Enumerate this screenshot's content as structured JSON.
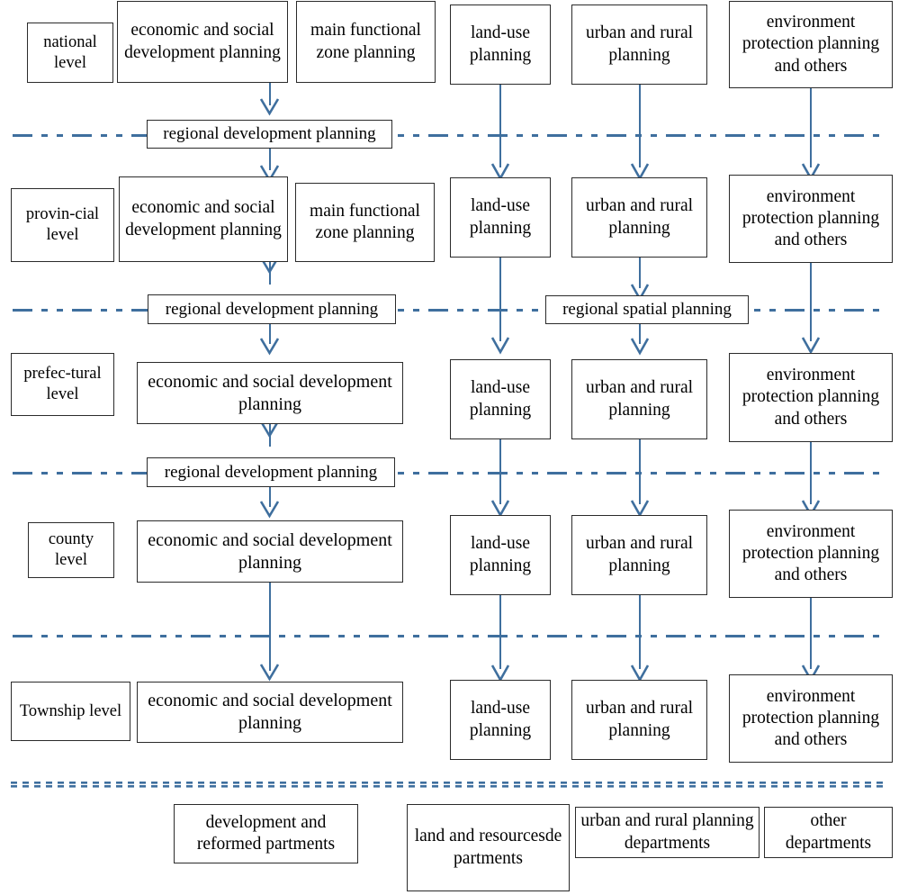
{
  "diagram": {
    "title": "Hierarchy of Chinese planning system by administrative level",
    "accent_color": "#3f6f9e",
    "box_border_color": "#2b2b2b",
    "background": "#ffffff"
  },
  "levels": [
    {
      "id": "national",
      "label": "national\nlevel"
    },
    {
      "id": "provincial",
      "label": "provin-cial\nlevel"
    },
    {
      "id": "prefectural",
      "label": "prefec-tural\nlevel"
    },
    {
      "id": "county",
      "label": "county\nlevel"
    },
    {
      "id": "township",
      "label": "Township\nlevel"
    }
  ],
  "boxes": {
    "national": {
      "level_label": "national level",
      "econ": "economic and social development planning",
      "mfz": "main functional zone planning",
      "land": "land-use planning",
      "urban": "urban and rural planning",
      "env": "environment protection planning and others"
    },
    "provincial": {
      "level_label": "provin-cial level",
      "econ": "economic and social development planning",
      "mfz": "main functional zone planning",
      "land": "land-use planning",
      "urban": "urban and rural planning",
      "env": "environment protection planning and others"
    },
    "prefectural": {
      "level_label": "prefec-tural level",
      "econ": "economic and social development planning",
      "land": "land-use planning",
      "urban": "urban and rural planning",
      "env": "environment protection planning and others"
    },
    "county": {
      "level_label": "county level",
      "econ": "economic and social development planning",
      "land": "land-use planning",
      "urban": "urban and rural planning",
      "env": "environment protection planning and others"
    },
    "township": {
      "level_label": "Township level",
      "econ": "economic and social development planning",
      "land": "land-use planning",
      "urban": "urban and rural planning",
      "env": "environment protection planning and others"
    }
  },
  "regional": {
    "rdp_national": "regional  development planning",
    "rdp_provincial": "regional  development planning",
    "rsp_provincial": "regional spatial planning",
    "rdp_prefectural": "regional  development planning"
  },
  "departments": [
    {
      "id": "development-reform",
      "label": "development and reformed partments"
    },
    {
      "id": "land-resources",
      "label": "land and resourcesde partments"
    },
    {
      "id": "urban-rural",
      "label": "urban and rural planning departments"
    },
    {
      "id": "other",
      "label": "other departments"
    }
  ]
}
